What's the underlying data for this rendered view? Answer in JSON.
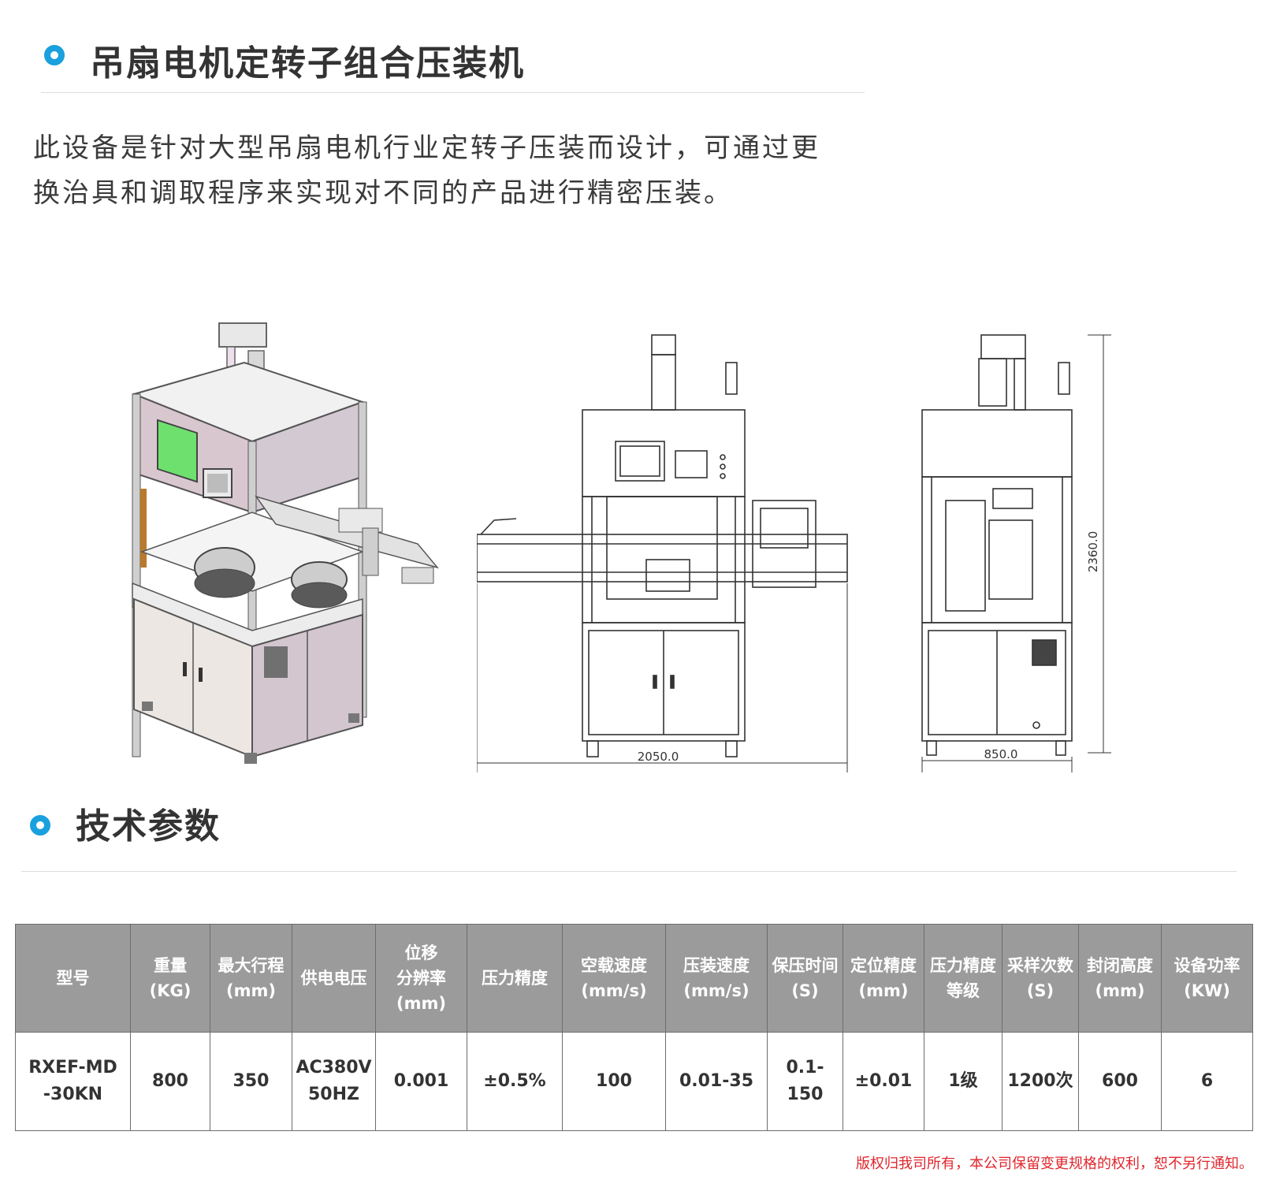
{
  "section1": {
    "title": "吊扇电机定转子组合压装机"
  },
  "description": "此设备是针对大型吊扇电机行业定转子压装而设计，可通过更换治具和调取程序来实现对不同的产品进行精密压装。",
  "drawings": {
    "front_width": "2050.0",
    "side_width": "850.0",
    "side_height": "2360.0"
  },
  "section2": {
    "title": "技术参数"
  },
  "spec_table": {
    "headers": [
      [
        "型号"
      ],
      [
        "重量",
        "(KG)"
      ],
      [
        "最大行程",
        "(mm)"
      ],
      [
        "供电电压"
      ],
      [
        "位移",
        "分辨率",
        "(mm)"
      ],
      [
        "压力精度"
      ],
      [
        "空载速度",
        "(mm/s)"
      ],
      [
        "压装速度",
        "(mm/s)"
      ],
      [
        "保压时间",
        "(S)"
      ],
      [
        "定位精度",
        "(mm)"
      ],
      [
        "压力精度",
        "等级"
      ],
      [
        "采样次数",
        "(S)"
      ],
      [
        "封闭高度",
        "(mm)"
      ],
      [
        "设备功率",
        "(KW)"
      ]
    ],
    "row": [
      [
        "RXEF-MD",
        "-30KN"
      ],
      [
        "800"
      ],
      [
        "350"
      ],
      [
        "AC380V",
        "50HZ"
      ],
      [
        "0.001"
      ],
      [
        "±0.5%"
      ],
      [
        "100"
      ],
      [
        "0.01-35"
      ],
      [
        "0.1-150"
      ],
      [
        "±0.01"
      ],
      [
        "1级"
      ],
      [
        "1200次"
      ],
      [
        "600"
      ],
      [
        "6"
      ]
    ]
  },
  "copyright": "版权归我司所有，本公司保留变更规格的权利，恕不另行通知。",
  "colors": {
    "accent": "#1aa0dd",
    "header_bg": "#9b9b9b",
    "notice": "#e0262d"
  }
}
